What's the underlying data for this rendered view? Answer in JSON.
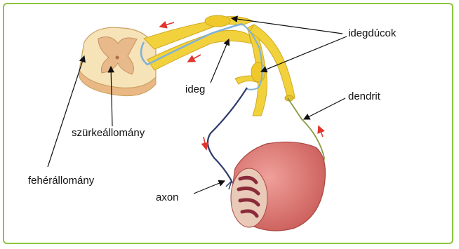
{
  "labels": {
    "ganglia": "idegdúcok",
    "nerve": "ideg",
    "dendrite": "dendrit",
    "grey_matter": "szürkeállomány",
    "white_matter": "fehérállomány",
    "axon": "axon"
  },
  "colors": {
    "frame": "#8cc63f",
    "nerve": "#f2d23c",
    "sensory_fiber": "#7fb2d8",
    "motor_fiber": "#2e3a6b",
    "muscle": "#d9736f",
    "arrow": "#e0342f",
    "cord_white": "#f6e3b8",
    "cord_grey": "#e8b98a"
  }
}
